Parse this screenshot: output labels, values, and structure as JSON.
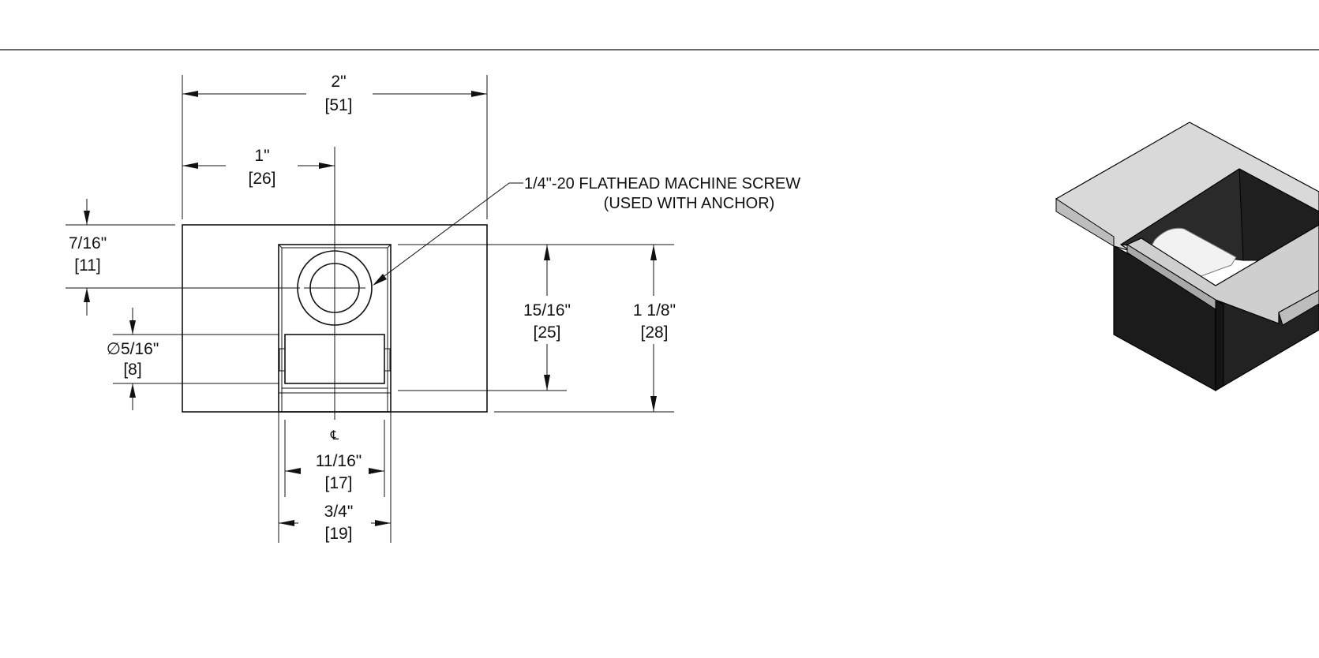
{
  "dimensions": {
    "overall_width": {
      "imperial": "2\"",
      "metric": "51"
    },
    "center_width": {
      "imperial": "1\"",
      "metric": "26"
    },
    "top_offset": {
      "imperial": "7/16\"",
      "metric": "11"
    },
    "hole_diameter": {
      "imperial": "∅5/16\"",
      "metric": "8"
    },
    "inner_depth": {
      "imperial": "15/16\"",
      "metric": "25"
    },
    "overall_height": {
      "imperial": "1 1/8\"",
      "metric": "28"
    },
    "inner_width": {
      "imperial": "11/16\"",
      "metric": "17"
    },
    "outer_channel_width": {
      "imperial": "3/4\"",
      "metric": "19"
    }
  },
  "callout": {
    "line1": "1/4\"-20 FLATHEAD MACHINE SCREW",
    "line2": "(USED WITH ANCHOR)"
  },
  "centerline_symbol": "℄",
  "colors": {
    "ink": "#111111",
    "iso_top": "#d9d9d9",
    "iso_dark": "#1b1b1b",
    "iso_inner": "#2a2a2a",
    "iso_roll": "#f2f2f2"
  }
}
